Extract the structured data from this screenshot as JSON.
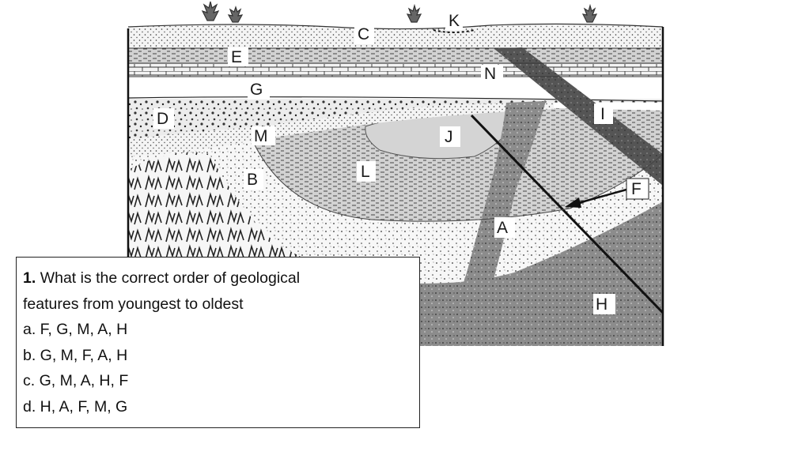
{
  "diagram": {
    "labels": {
      "K": "K",
      "C": "C",
      "E": "E",
      "N": "N",
      "G": "G",
      "D": "D",
      "I": "I",
      "M": "M",
      "J": "J",
      "L": "L",
      "B": "B",
      "F": "F",
      "A": "A",
      "H": "H"
    }
  },
  "question": {
    "number": "1.",
    "text": "What is the correct order of geological",
    "text_line2": "features from youngest to oldest",
    "options": [
      "a. F, G, M, A, H",
      "b. G, M, F, A, H",
      "c. G, M, A, H, F",
      "d. H, A, F, M, G"
    ]
  }
}
